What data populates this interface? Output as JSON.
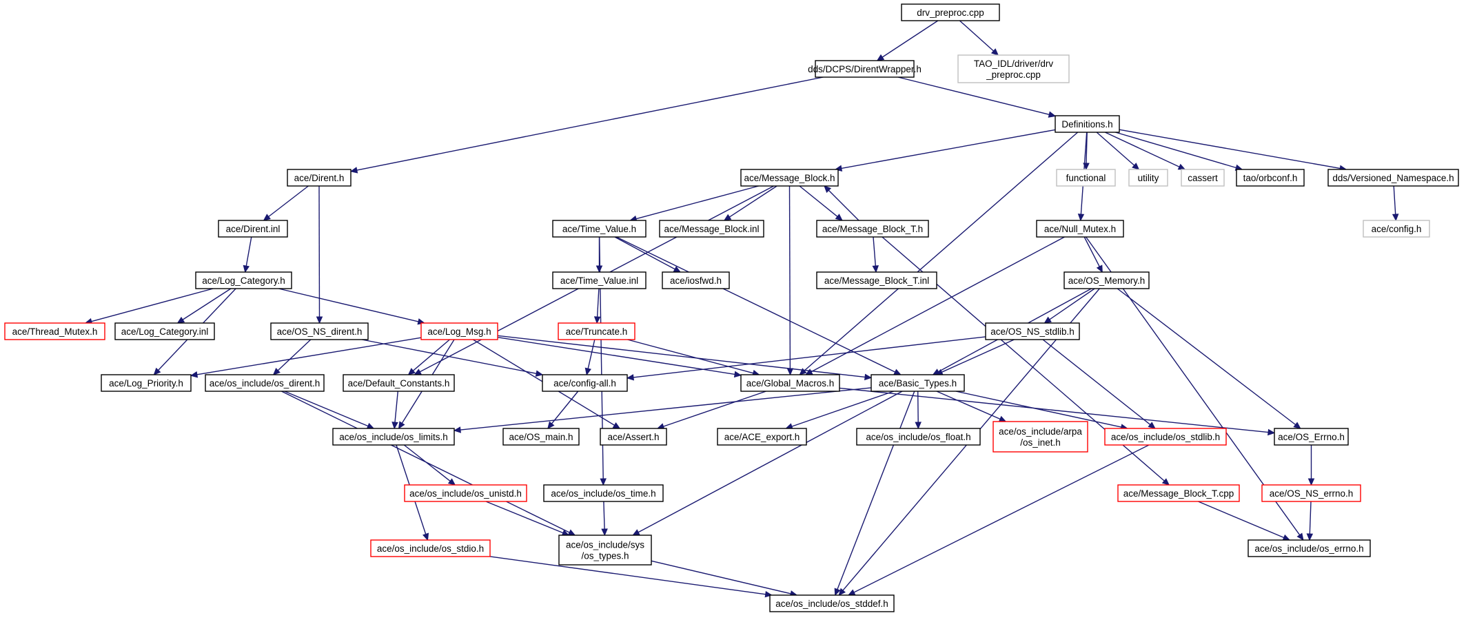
{
  "colors": {
    "node_border": "#000000",
    "truncated_border": "#ff0000",
    "external_border": "#bfbfbf",
    "root_fill": "#bfbfbf",
    "edge": "#191970"
  },
  "nodes": [
    {
      "id": "root",
      "label": "drv_preproc.cpp",
      "kind": "root"
    },
    {
      "id": "dirwrap",
      "label": "dds/DCPS/DirentWrapper.h",
      "kind": "normal"
    },
    {
      "id": "taoidl",
      "label": "TAO_IDL/driver/drv\n_preproc.cpp",
      "kind": "external"
    },
    {
      "id": "defs",
      "label": "Definitions.h",
      "kind": "normal"
    },
    {
      "id": "dirent",
      "label": "ace/Dirent.h",
      "kind": "normal"
    },
    {
      "id": "msgblock",
      "label": "ace/Message_Block.h",
      "kind": "normal"
    },
    {
      "id": "functional",
      "label": "functional",
      "kind": "external"
    },
    {
      "id": "utility",
      "label": "utility",
      "kind": "external"
    },
    {
      "id": "cassert",
      "label": "cassert",
      "kind": "external"
    },
    {
      "id": "orbconf",
      "label": "tao/orbconf.h",
      "kind": "normal"
    },
    {
      "id": "versns",
      "label": "dds/Versioned_Namespace.h",
      "kind": "normal"
    },
    {
      "id": "direntinl",
      "label": "ace/Dirent.inl",
      "kind": "normal"
    },
    {
      "id": "timeval",
      "label": "ace/Time_Value.h",
      "kind": "normal"
    },
    {
      "id": "msgblockinl",
      "label": "ace/Message_Block.inl",
      "kind": "normal"
    },
    {
      "id": "msgblockT",
      "label": "ace/Message_Block_T.h",
      "kind": "normal"
    },
    {
      "id": "nullmutex",
      "label": "ace/Null_Mutex.h",
      "kind": "normal"
    },
    {
      "id": "aceconfig",
      "label": "ace/config.h",
      "kind": "external"
    },
    {
      "id": "logcat",
      "label": "ace/Log_Category.h",
      "kind": "normal"
    },
    {
      "id": "timevalinl",
      "label": "ace/Time_Value.inl",
      "kind": "normal"
    },
    {
      "id": "iosfwd",
      "label": "ace/iosfwd.h",
      "kind": "normal"
    },
    {
      "id": "msgblockTinl",
      "label": "ace/Message_Block_T.inl",
      "kind": "normal"
    },
    {
      "id": "osmemory",
      "label": "ace/OS_Memory.h",
      "kind": "normal"
    },
    {
      "id": "threadmutex",
      "label": "ace/Thread_Mutex.h",
      "kind": "truncated"
    },
    {
      "id": "logcatinl",
      "label": "ace/Log_Category.inl",
      "kind": "normal"
    },
    {
      "id": "osnsdirent",
      "label": "ace/OS_NS_dirent.h",
      "kind": "normal"
    },
    {
      "id": "logmsg",
      "label": "ace/Log_Msg.h",
      "kind": "truncated"
    },
    {
      "id": "truncate",
      "label": "ace/Truncate.h",
      "kind": "truncated"
    },
    {
      "id": "osnsstdlib",
      "label": "ace/OS_NS_stdlib.h",
      "kind": "normal"
    },
    {
      "id": "logprio",
      "label": "ace/Log_Priority.h",
      "kind": "normal"
    },
    {
      "id": "osdirent",
      "label": "ace/os_include/os_dirent.h",
      "kind": "normal"
    },
    {
      "id": "defconst",
      "label": "ace/Default_Constants.h",
      "kind": "normal"
    },
    {
      "id": "configall",
      "label": "ace/config-all.h",
      "kind": "normal"
    },
    {
      "id": "globalmacros",
      "label": "ace/Global_Macros.h",
      "kind": "normal"
    },
    {
      "id": "basictypes",
      "label": "ace/Basic_Types.h",
      "kind": "normal"
    },
    {
      "id": "oslimits",
      "label": "ace/os_include/os_limits.h",
      "kind": "normal"
    },
    {
      "id": "osmain",
      "label": "ace/OS_main.h",
      "kind": "normal"
    },
    {
      "id": "aceassert",
      "label": "ace/Assert.h",
      "kind": "normal"
    },
    {
      "id": "aceexport",
      "label": "ace/ACE_export.h",
      "kind": "normal"
    },
    {
      "id": "osfloat",
      "label": "ace/os_include/os_float.h",
      "kind": "normal"
    },
    {
      "id": "osinet",
      "label": "ace/os_include/arpa\n/os_inet.h",
      "kind": "truncated"
    },
    {
      "id": "osstdlib",
      "label": "ace/os_include/os_stdlib.h",
      "kind": "truncated"
    },
    {
      "id": "oserrno",
      "label": "ace/OS_Errno.h",
      "kind": "normal"
    },
    {
      "id": "osunistd",
      "label": "ace/os_include/os_unistd.h",
      "kind": "truncated"
    },
    {
      "id": "ostime",
      "label": "ace/os_include/os_time.h",
      "kind": "normal"
    },
    {
      "id": "msgblockTcpp",
      "label": "ace/Message_Block_T.cpp",
      "kind": "truncated"
    },
    {
      "id": "osnserrno",
      "label": "ace/OS_NS_errno.h",
      "kind": "truncated"
    },
    {
      "id": "osstdio",
      "label": "ace/os_include/os_stdio.h",
      "kind": "truncated"
    },
    {
      "id": "systypes",
      "label": "ace/os_include/sys\n/os_types.h",
      "kind": "normal"
    },
    {
      "id": "oserrnoh",
      "label": "ace/os_include/os_errno.h",
      "kind": "normal"
    },
    {
      "id": "osstddef",
      "label": "ace/os_include/os_stddef.h",
      "kind": "normal"
    }
  ],
  "edges": [
    [
      "root",
      "dirwrap"
    ],
    [
      "root",
      "taoidl"
    ],
    [
      "dirwrap",
      "dirent"
    ],
    [
      "dirwrap",
      "defs"
    ],
    [
      "defs",
      "msgblock"
    ],
    [
      "defs",
      "globalmacros"
    ],
    [
      "defs",
      "functional"
    ],
    [
      "defs",
      "utility"
    ],
    [
      "defs",
      "cassert"
    ],
    [
      "defs",
      "orbconf"
    ],
    [
      "defs",
      "versns"
    ],
    [
      "defs",
      "nullmutex"
    ],
    [
      "versns",
      "aceconfig"
    ],
    [
      "dirent",
      "direntinl"
    ],
    [
      "dirent",
      "osnsdirent"
    ],
    [
      "direntinl",
      "logcat"
    ],
    [
      "logcat",
      "threadmutex"
    ],
    [
      "logcat",
      "logcatinl"
    ],
    [
      "logcat",
      "logmsg"
    ],
    [
      "logcat",
      "logprio"
    ],
    [
      "msgblock",
      "timeval"
    ],
    [
      "msgblock",
      "msgblockinl"
    ],
    [
      "msgblock",
      "msgblockT"
    ],
    [
      "msgblock",
      "globalmacros"
    ],
    [
      "msgblock",
      "defconst"
    ],
    [
      "msgblockT",
      "msgblock"
    ],
    [
      "msgblockT",
      "msgblockTinl"
    ],
    [
      "msgblockT",
      "msgblockTcpp"
    ],
    [
      "timeval",
      "timevalinl"
    ],
    [
      "timeval",
      "iosfwd"
    ],
    [
      "timeval",
      "basictypes"
    ],
    [
      "timeval",
      "ostime"
    ],
    [
      "timevalinl",
      "truncate"
    ],
    [
      "truncate",
      "configall"
    ],
    [
      "truncate",
      "globalmacros"
    ],
    [
      "nullmutex",
      "globalmacros"
    ],
    [
      "nullmutex",
      "osmemory"
    ],
    [
      "nullmutex",
      "oserrnoh"
    ],
    [
      "osmemory",
      "osnsstdlib"
    ],
    [
      "osmemory",
      "basictypes"
    ],
    [
      "osmemory",
      "oserrno"
    ],
    [
      "osmemory",
      "osstddef"
    ],
    [
      "osnsstdlib",
      "configall"
    ],
    [
      "osnsstdlib",
      "basictypes"
    ],
    [
      "osnsstdlib",
      "osstdlib"
    ],
    [
      "osnsdirent",
      "osdirent"
    ],
    [
      "osnsdirent",
      "configall"
    ],
    [
      "logmsg",
      "logprio"
    ],
    [
      "logmsg",
      "defconst"
    ],
    [
      "logmsg",
      "oslimits"
    ],
    [
      "logmsg",
      "globalmacros"
    ],
    [
      "logmsg",
      "basictypes"
    ],
    [
      "logmsg",
      "aceassert"
    ],
    [
      "osdirent",
      "oslimits"
    ],
    [
      "osdirent",
      "systypes"
    ],
    [
      "defconst",
      "oslimits"
    ],
    [
      "configall",
      "osmain"
    ],
    [
      "globalmacros",
      "aceassert"
    ],
    [
      "globalmacros",
      "oserrno"
    ],
    [
      "basictypes",
      "oslimits"
    ],
    [
      "basictypes",
      "aceexport"
    ],
    [
      "basictypes",
      "osfloat"
    ],
    [
      "basictypes",
      "osinet"
    ],
    [
      "basictypes",
      "osstdlib"
    ],
    [
      "basictypes",
      "systypes"
    ],
    [
      "basictypes",
      "osstddef"
    ],
    [
      "oslimits",
      "osunistd"
    ],
    [
      "oslimits",
      "osstdio"
    ],
    [
      "osunistd",
      "systypes"
    ],
    [
      "ostime",
      "systypes"
    ],
    [
      "osstdlib",
      "osstddef"
    ],
    [
      "oserrno",
      "osnserrno"
    ],
    [
      "osnserrno",
      "oserrnoh"
    ],
    [
      "msgblockTcpp",
      "oserrnoh"
    ],
    [
      "osstdio",
      "osstddef"
    ],
    [
      "systypes",
      "osstddef"
    ]
  ]
}
